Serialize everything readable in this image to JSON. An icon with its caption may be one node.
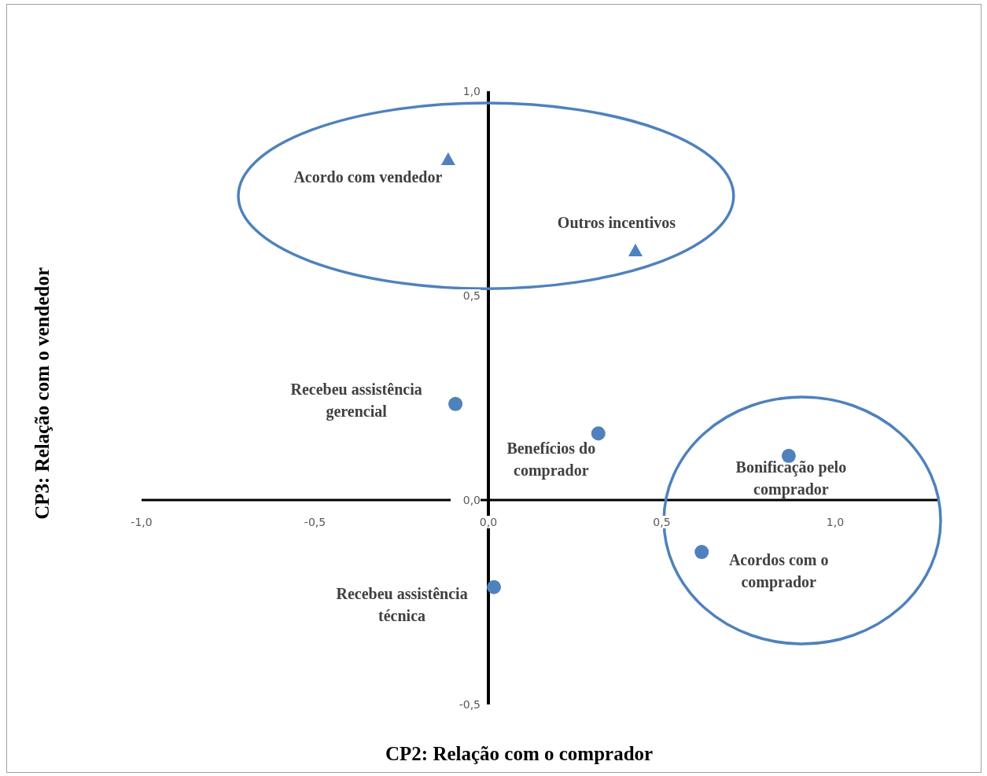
{
  "diagram": {
    "chart_data": {
      "type": "scatter",
      "xlabel": "CP2: Relação com o comprador",
      "ylabel": "CP3: Relação com o vendedor",
      "xlim": [
        -1.0,
        1.3
      ],
      "ylim": [
        -0.5,
        1.0
      ],
      "xticks": [
        {
          "value": -1.0,
          "label": "-1,0"
        },
        {
          "value": -0.5,
          "label": "-0,5"
        },
        {
          "value": 0.0,
          "label": "0,0"
        },
        {
          "value": 0.5,
          "label": "0,5"
        },
        {
          "value": 1.0,
          "label": "1,0"
        }
      ],
      "yticks": [
        {
          "value": -0.5,
          "label": "-0,5"
        },
        {
          "value": 0.0,
          "label": "0,0"
        },
        {
          "value": 0.5,
          "label": "0,5"
        },
        {
          "value": 1.0,
          "label": "1,0"
        }
      ],
      "series": [
        {
          "marker": "triangle",
          "color": "#4f81bd",
          "x": [
            -0.116,
            0.424
          ],
          "values": [
            0.833,
            0.61
          ]
        },
        {
          "marker": "circle",
          "color": "#4f81bd",
          "x": [
            -0.095,
            0.317,
            0.866,
            0.615,
            0.016
          ],
          "values": [
            0.235,
            0.163,
            0.108,
            -0.127,
            -0.213
          ]
        }
      ],
      "annotations": [
        {
          "text": "Acordo com vendedor",
          "x": -0.116,
          "y": 0.833
        },
        {
          "text": "Outros incentivos",
          "x": 0.424,
          "y": 0.61
        },
        {
          "text": "Recebeu assistência gerencial",
          "x": -0.095,
          "y": 0.235
        },
        {
          "text": "Benefícios do comprador",
          "x": 0.317,
          "y": 0.163
        },
        {
          "text": "Bonificação pelo comprador",
          "x": 0.866,
          "y": 0.108
        },
        {
          "text": "Acordos com o comprador",
          "x": 0.615,
          "y": -0.127
        },
        {
          "text": "Recebeu assistência técnica",
          "x": 0.016,
          "y": -0.213
        }
      ]
    }
  }
}
